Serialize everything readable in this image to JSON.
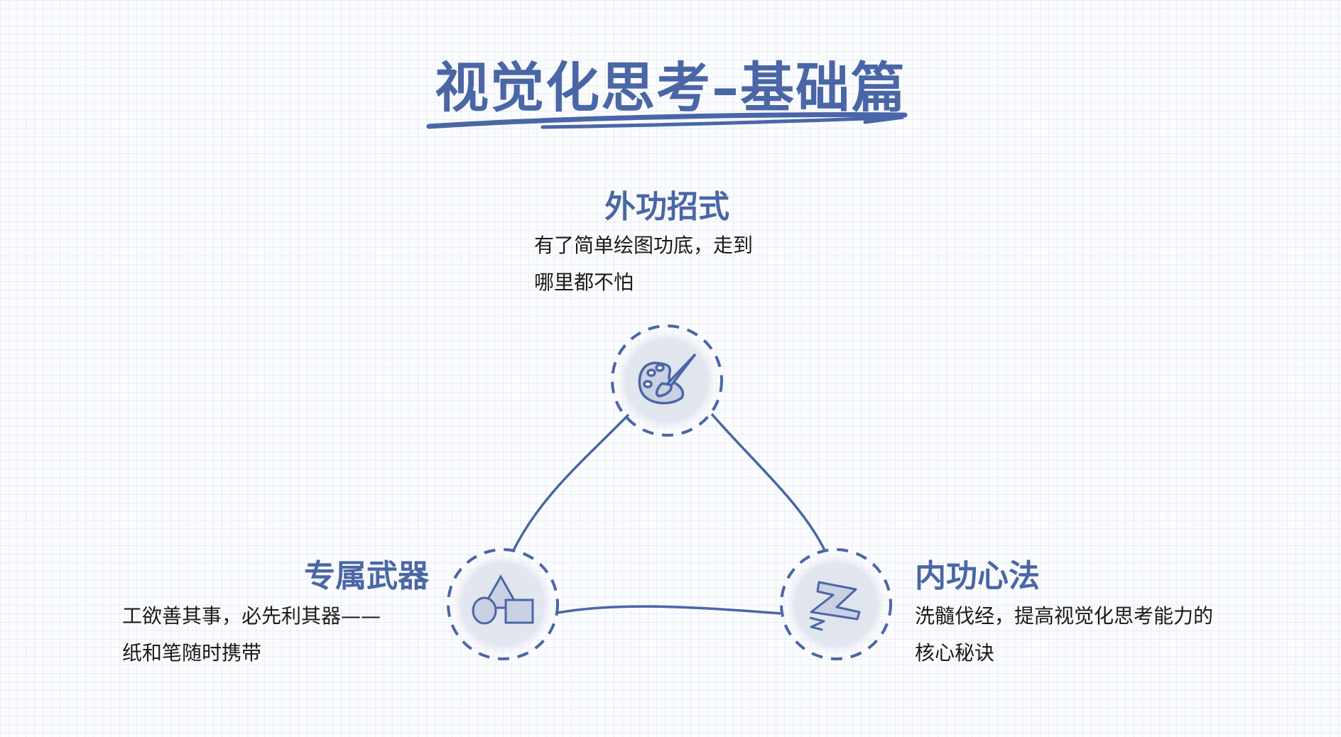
{
  "title": "视觉化思考–基础篇",
  "accent_color": "#4a66a6",
  "nodes": {
    "top": {
      "heading": "外功招式",
      "lines": [
        "有了简单绘图功底，走到",
        "哪里都不怕"
      ],
      "icon": "palette-icon"
    },
    "left": {
      "heading": "专属武器",
      "lines": [
        "工欲善其事，必先利其器——",
        "纸和笔随时携带"
      ],
      "icon": "shapes-icon"
    },
    "right": {
      "heading": "内功心法",
      "lines": [
        "洗髓伐经，提高视觉化思考能力的",
        "核心秘诀"
      ],
      "icon": "sleep-z-icon"
    }
  }
}
